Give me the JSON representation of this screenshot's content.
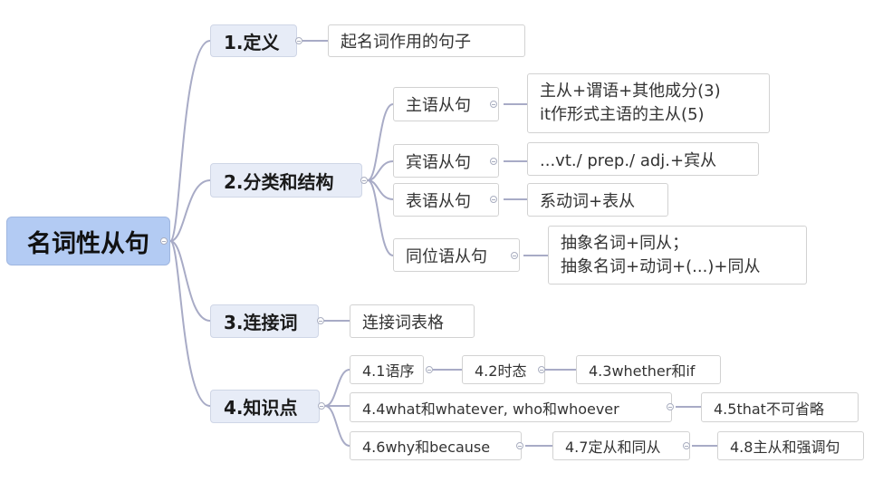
{
  "root": {
    "label": "名词性从句"
  },
  "branches": [
    {
      "label": "1.定义",
      "children": [
        {
          "label": "起名词作用的句子"
        }
      ]
    },
    {
      "label": "2.分类和结构",
      "children": [
        {
          "label": "主语从句",
          "detail": {
            "lines": [
              "主从+谓语+其他成分(3)",
              "it作形式主语的主从(5)"
            ]
          }
        },
        {
          "label": "宾语从句",
          "detail": {
            "lines": [
              "...vt./ prep./ adj.+宾从"
            ]
          }
        },
        {
          "label": "表语从句",
          "detail": {
            "lines": [
              "系动词+表从"
            ]
          }
        },
        {
          "label": "同位语从句",
          "detail": {
            "lines": [
              "抽象名词+同从；",
              "抽象名词+动词+(...)+同从"
            ]
          }
        }
      ]
    },
    {
      "label": "3.连接词",
      "children": [
        {
          "label": "连接词表格"
        }
      ]
    },
    {
      "label": "4.知识点",
      "rows": [
        [
          "4.1语序",
          "4.2时态",
          "4.3whether和if"
        ],
        [
          "4.4what和whatever, who和whoever",
          "4.5that不可省略"
        ],
        [
          "4.6why和because",
          "4.7定从和同从",
          "4.8主从和强调句"
        ]
      ]
    }
  ],
  "colors": {
    "root_fill": "#b3cbf3",
    "branch_fill": "#e7ecf7",
    "line": "#a8abc6",
    "node_border": "#d2d2d2"
  }
}
